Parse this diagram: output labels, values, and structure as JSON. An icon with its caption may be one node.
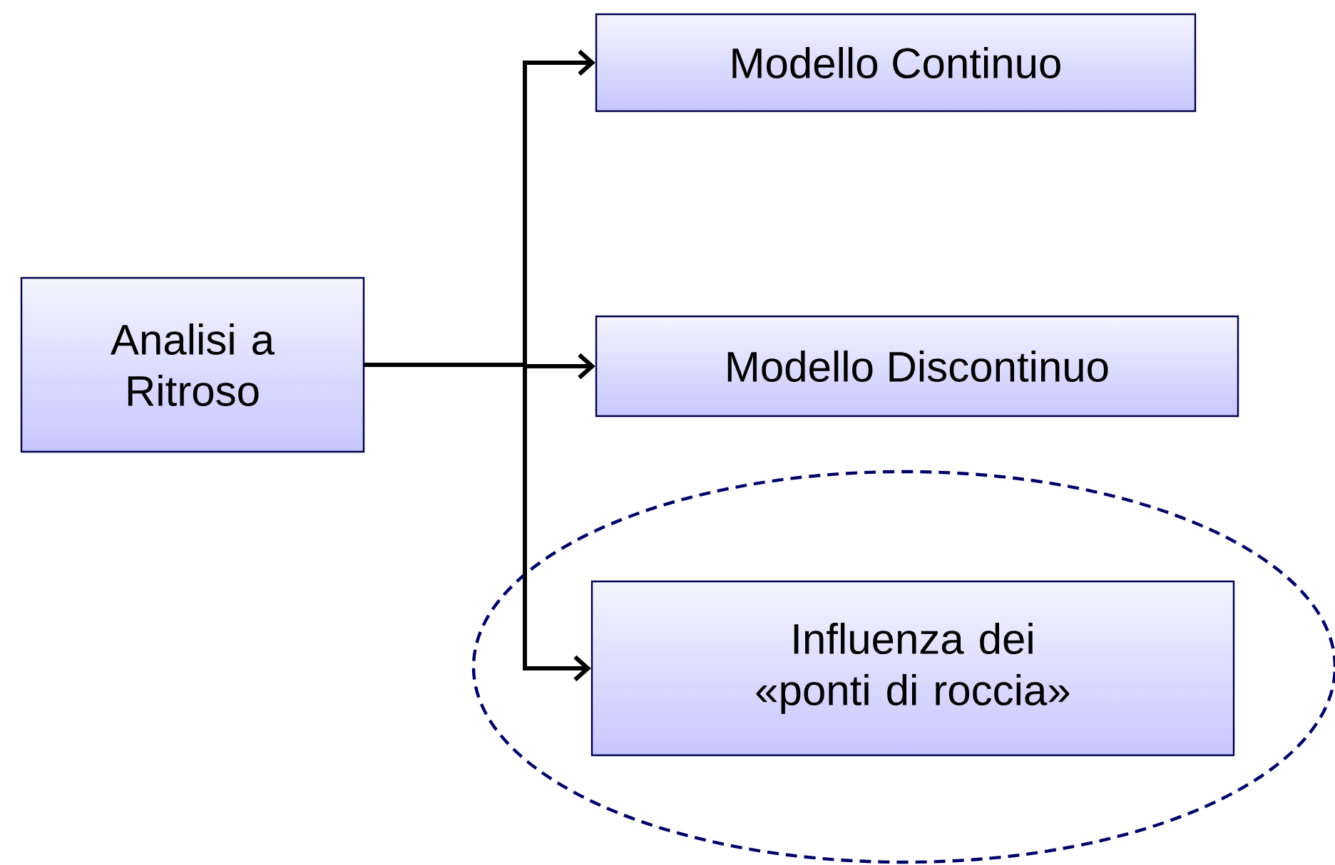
{
  "diagram": {
    "nodes": [
      {
        "text": [
          "Analisi a Ritroso"
        ]
      },
      {
        "text": [
          "Modello Continuo"
        ]
      },
      {
        "text": [
          "Modello Discontinuo"
        ]
      },
      {
        "text": [],
        "shape": "ellipse"
      },
      {
        "text": [
          "Influenza dei «ponti di roccia»"
        ],
        "in": 3
      }
    ],
    "edges": [
      {
        "from": 0,
        "to": 1,
        "arrow": "to"
      },
      {
        "from": 0,
        "to": 2,
        "arrow": "to"
      },
      {
        "from": 0,
        "to": 4,
        "arrow": "to"
      }
    ]
  }
}
